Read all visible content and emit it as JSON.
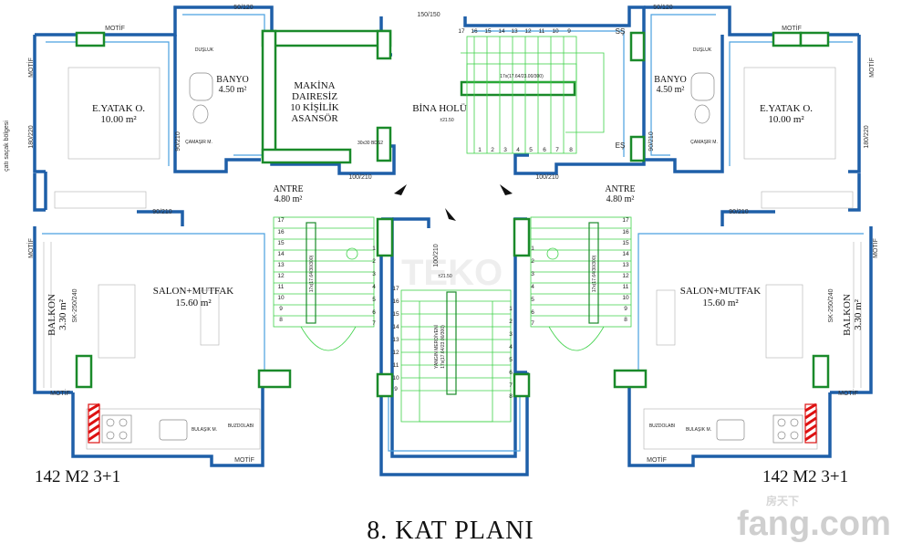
{
  "title": "8. KAT PLANI",
  "units": {
    "left": {
      "label": "142 M2 3+1"
    },
    "right": {
      "label": "142 M2 3+1"
    }
  },
  "rooms": {
    "elevator": {
      "line1": "MAKİNA",
      "line2": "DAIRESİZ",
      "line3": "10 KİŞİLİK",
      "line4": "ASANSÖR"
    },
    "hall": {
      "name": "BİNA HOLÜ",
      "level": "±21.50"
    },
    "left": {
      "bedroom": {
        "name": "E.YATAK O.",
        "area": "10.00 m²"
      },
      "bath": {
        "name": "BANYO",
        "area": "4.50 m²"
      },
      "antre": {
        "name": "ANTRE",
        "area": "4.80 m²"
      },
      "salon": {
        "name": "SALON+MUTFAK",
        "area": "15.60 m²"
      },
      "balcony": {
        "name": "BALKON",
        "area": "3.30 m²"
      }
    },
    "right": {
      "bedroom": {
        "name": "E.YATAK O.",
        "area": "10.00 m²"
      },
      "bath": {
        "name": "BANYO",
        "area": "4.50 m²"
      },
      "antre": {
        "name": "ANTRE",
        "area": "4.80 m²"
      },
      "salon": {
        "name": "SALON+MUTFAK",
        "area": "15.60 m²"
      },
      "balcony": {
        "name": "BALKON",
        "area": "3.30 m²"
      }
    }
  },
  "dims": {
    "door_50_120": "50/120",
    "door_150_150": "150/150",
    "door_100_210": "100/210",
    "door_90_210": "90/210",
    "window_180_220": "180/220",
    "window_sk": "SK-250/240",
    "motif": "MOTİF",
    "fire_door": "100/210",
    "cati": "çatı saçak bölgesi"
  },
  "labels": {
    "ss": "SŞ",
    "es": "EŞ",
    "stair_main": "17x(17.64/23.00/300)",
    "stair_fire": "YANGIN MERDİVENİ",
    "stair_fire2": "17x(17.64/23.00/300)",
    "stair_unit": "17x(17.64/30/300)",
    "stair_unit_r": "17x(17.64/30/300)",
    "level_mid": "±21.50",
    "camasir": "ÇAMAŞIR M.",
    "bulasik": "BULAŞIK M.",
    "buzdolabi": "BUZDOLABI",
    "lift_note": "30x30 BDS2",
    "dusluk": "DUŞLUK"
  },
  "watermark": {
    "brand": "fang.com",
    "cn": "房天下",
    "faint": "TEKO"
  }
}
